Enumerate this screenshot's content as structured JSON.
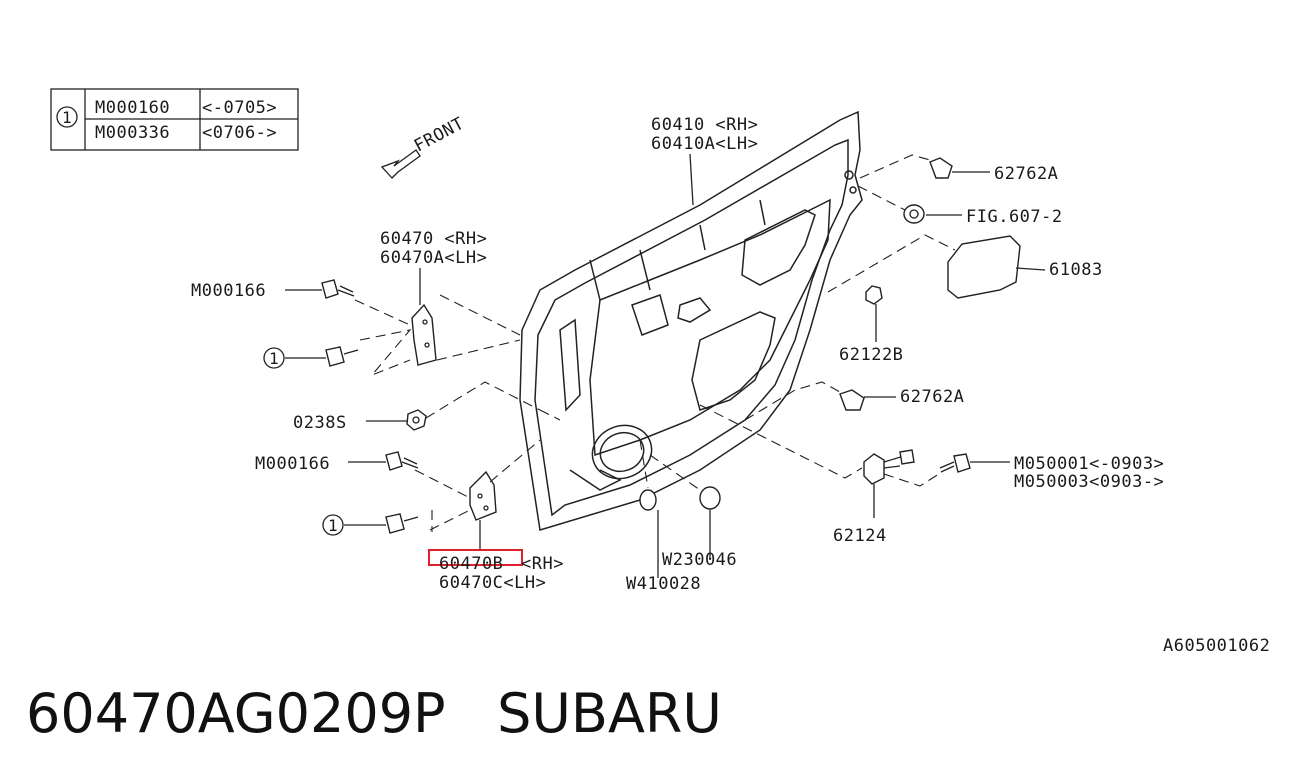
{
  "ref_table": {
    "marker": "1",
    "rows": [
      {
        "part": "M000160",
        "range": "<-0705>"
      },
      {
        "part": "M000336",
        "range": "<0706->"
      }
    ]
  },
  "front_label": "FRONT",
  "callouts": {
    "door_rh": "60410 <RH>",
    "door_lh": "60410A<LH>",
    "upper_hinge_rh": "60470 <RH>",
    "upper_hinge_lh": "60470A<LH>",
    "bolt_upper": "M000166",
    "bolt_lower": "M000166",
    "marker_upper": "1",
    "marker_lower": "1",
    "nut": "0238S",
    "lower_hinge_rh_code": "60470B",
    "lower_hinge_rh_side": "<RH>",
    "lower_hinge_lh": "60470C<LH>",
    "plug_a": "W230046",
    "plug_b": "W410028",
    "bumper_top": "62762A",
    "fig_ref": "FIG.607-2",
    "sealing_cover": "61083",
    "clip": "62122B",
    "bumper_mid": "62762A",
    "striker_bolt_a": "M050001<-0903>",
    "striker_bolt_b": "M050003<0903->",
    "checker": "62124",
    "drawing_id": "A605001062"
  },
  "highlight_color": "#e0202a",
  "footer": {
    "part_number": "60470AG0209P",
    "brand": "SUBARU"
  }
}
